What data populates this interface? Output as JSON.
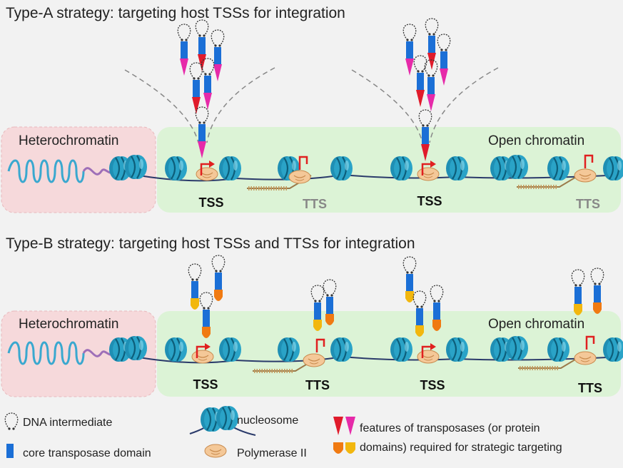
{
  "panel_a": {
    "title": "Type-A strategy: targeting host TSSs for integration",
    "heterochromatin": "Heterochromatin",
    "open_chromatin": "Open chromatin",
    "site1": "TSS",
    "site2": "TTS",
    "site3": "TSS",
    "site4": "TTS"
  },
  "panel_b": {
    "title": "Type-B strategy: targeting host TSSs and TTSs for integration",
    "heterochromatin": "Heterochromatin",
    "open_chromatin": "Open chromatin",
    "site1": "TSS",
    "site2": "TTS",
    "site3": "TSS",
    "site4": "TTS"
  },
  "legend": {
    "dna_intermediate": "DNA intermediate",
    "core_domain": "core transposase domain",
    "nucleosome": "nucleosome",
    "polymerase": "Polymerase II",
    "features_line1": "features of transposases (or protein",
    "features_line2": "domains) required for strategic targeting"
  },
  "colors": {
    "heterochromatin_bg": "#f6d9db",
    "open_chromatin_bg": "#dcf3d6",
    "nucleosome": "#2aa3c7",
    "core_domain": "#1b6fd6",
    "feature_red": "#e01b2b",
    "feature_magenta": "#e62aa9",
    "feature_orange": "#f07a12",
    "feature_yellow": "#f2b70e",
    "polymerase": "#f4c898",
    "tss_arrow": "#e02020"
  }
}
